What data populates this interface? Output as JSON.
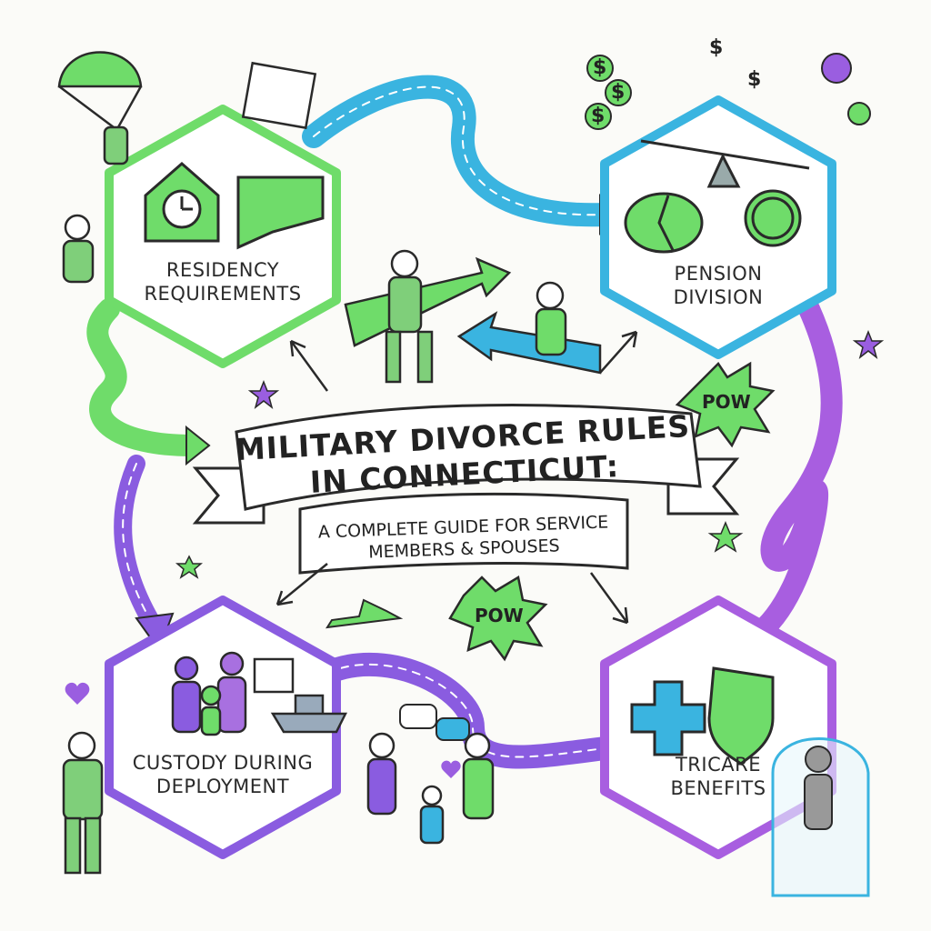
{
  "banner": {
    "title": "MILITARY DIVORCE RULES IN CONNECTICUT:",
    "subtitle": "A COMPLETE GUIDE FOR SERVICE MEMBERS & SPOUSES"
  },
  "sections": [
    {
      "label": "RESIDENCY REQUIREMENTS",
      "color": "#6fdc6a",
      "icons": [
        "house-clock-icon",
        "connecticut-map-icon",
        "calendar-icon"
      ]
    },
    {
      "label": "PENSION DIVISION",
      "color": "#3ab4e0",
      "icons": [
        "piggy-bank-icon",
        "scales-coin-icon",
        "seesaw-icon"
      ]
    },
    {
      "label": "CUSTODY DURING DEPLOYMENT",
      "color": "#8a5ce0",
      "icons": [
        "family-icon",
        "calendar-icon",
        "ship-icon"
      ]
    },
    {
      "label": "TRICARE BENEFITS",
      "color": "#a85ee0",
      "icons": [
        "medical-cross-icon",
        "shield-family-icon"
      ]
    }
  ],
  "bursts": [
    "POW",
    "POW"
  ],
  "dollar_sign": "$",
  "colors": {
    "green": "#6fdc6a",
    "blue": "#3ab4e0",
    "purple": "#9a5ee0",
    "ink": "#2a2a2a",
    "background": "#fbfbf8"
  }
}
